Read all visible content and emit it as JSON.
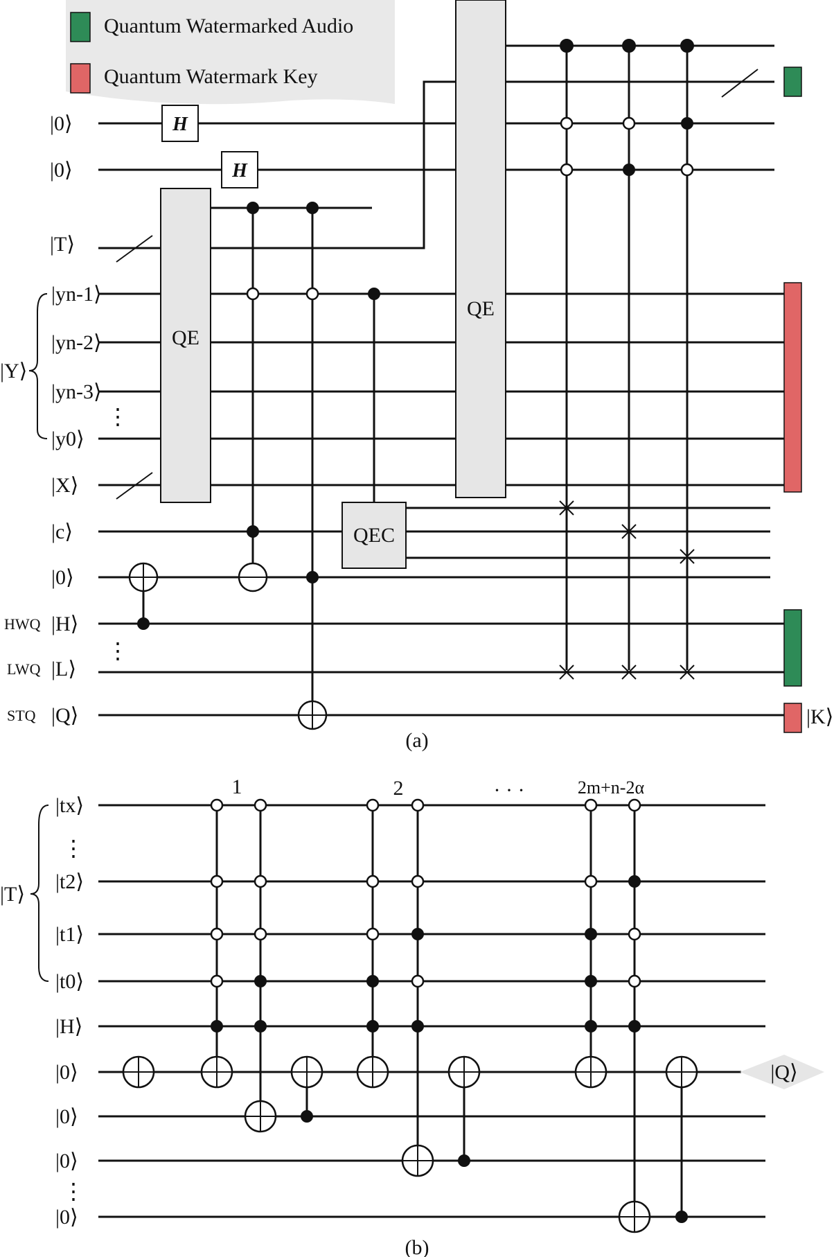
{
  "legend": {
    "items": [
      {
        "label": "Quantum Watermarked Audio",
        "color": "#2e8b57"
      },
      {
        "label": "Quantum Watermark Key",
        "color": "#e06666"
      }
    ]
  },
  "panel_a": {
    "caption": "(a)",
    "qubits": [
      {
        "label": "|0⟩",
        "prefix": ""
      },
      {
        "label": "|0⟩",
        "prefix": ""
      },
      {
        "label": "|T⟩",
        "prefix": ""
      },
      {
        "label": "|yn-1⟩",
        "prefix": ""
      },
      {
        "label": "|yn-2⟩",
        "prefix": ""
      },
      {
        "label": "|yn-3⟩",
        "prefix": ""
      },
      {
        "label": "|y0⟩",
        "prefix": ""
      },
      {
        "label": "|X⟩",
        "prefix": ""
      },
      {
        "label": "|c⟩",
        "prefix": ""
      },
      {
        "label": "|0⟩",
        "prefix": ""
      },
      {
        "label": "|H⟩",
        "prefix": "HWQ"
      },
      {
        "label": "|L⟩",
        "prefix": "LWQ"
      },
      {
        "label": "|Q⟩",
        "prefix": "STQ"
      }
    ],
    "group_label": "|Y⟩",
    "gates": {
      "h": "H",
      "qe": "QE",
      "qec": "QEC"
    },
    "output_label": "|K⟩",
    "colors": {
      "audio": "#2e8b57",
      "key": "#e06666"
    }
  },
  "panel_b": {
    "caption": "(b)",
    "qubits": [
      "|tx⟩",
      "|t2⟩",
      "|t1⟩",
      "|t0⟩",
      "|H⟩",
      "|0⟩",
      "|0⟩",
      "|0⟩",
      "|0⟩"
    ],
    "group_label": "|T⟩",
    "step_labels": [
      "1",
      "2",
      "2m+n-2α"
    ],
    "ellipsis": "· · ·",
    "output_label": "|Q⟩"
  }
}
